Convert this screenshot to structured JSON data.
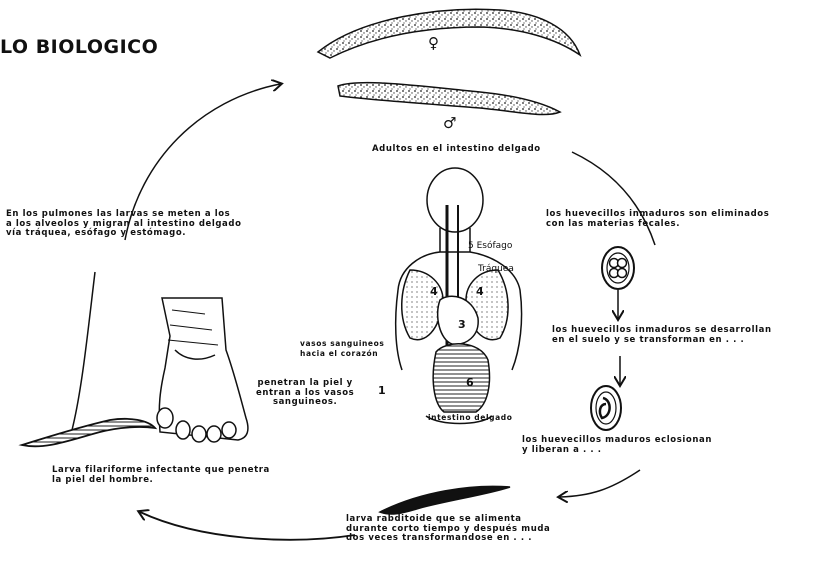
{
  "title": "LO BIOLOGICO",
  "symbols": {
    "female": "♀",
    "male": "♂"
  },
  "labels": {
    "adultos": "Adultos  en el  intestino  delgado",
    "huevecillos_eliminados": "los  huevecillos  inmaduros  son  eliminados\ncon  las  materias    fecales.",
    "huevecillos_desarrollan": "los  huevecillos  inmaduros  se  desarrollan\nen el  suelo  y se  transforman   en . . .",
    "huevecillos_eclosionan": "los  huevecillos   maduros   eclosionan\ny  liberan   a . . .",
    "larva_rabditoide": "larva  rabditoide  que  se  alimenta\ndurante  corto tiempo   y  después  muda\ndos  veces  transformandose   en . . .",
    "larva_filariforme": "Larva  filariforme  infectante    que  penetra\nla  piel  del  hombre.",
    "penetran_piel": "penetran  la  piel   y\nentran  a  los  vasos\nsanguineos.",
    "pulmones": "En  los  pulmones  las  larvas  se  meten   a  los\na  los  alveolos   y  migran  al  intestino  delgado\nvía  tráquea, esófago  y  estómago.",
    "vasos_corazon": "vasos  sanguineos\nhacia  el  corazón",
    "intestino_delgado": "intestino  delgado"
  },
  "anatomy": {
    "esofago": "5 Esófago",
    "traquea": "Tráquea",
    "n1": "1",
    "n3": "3",
    "n4a": "4",
    "n4b": "4",
    "n6": "6"
  },
  "icons": [
    "female-worm",
    "male-worm",
    "egg-immature",
    "egg-mature",
    "rhabditiform-larva",
    "filariform-larva",
    "foot",
    "human-torso",
    "cycle-arrows"
  ]
}
